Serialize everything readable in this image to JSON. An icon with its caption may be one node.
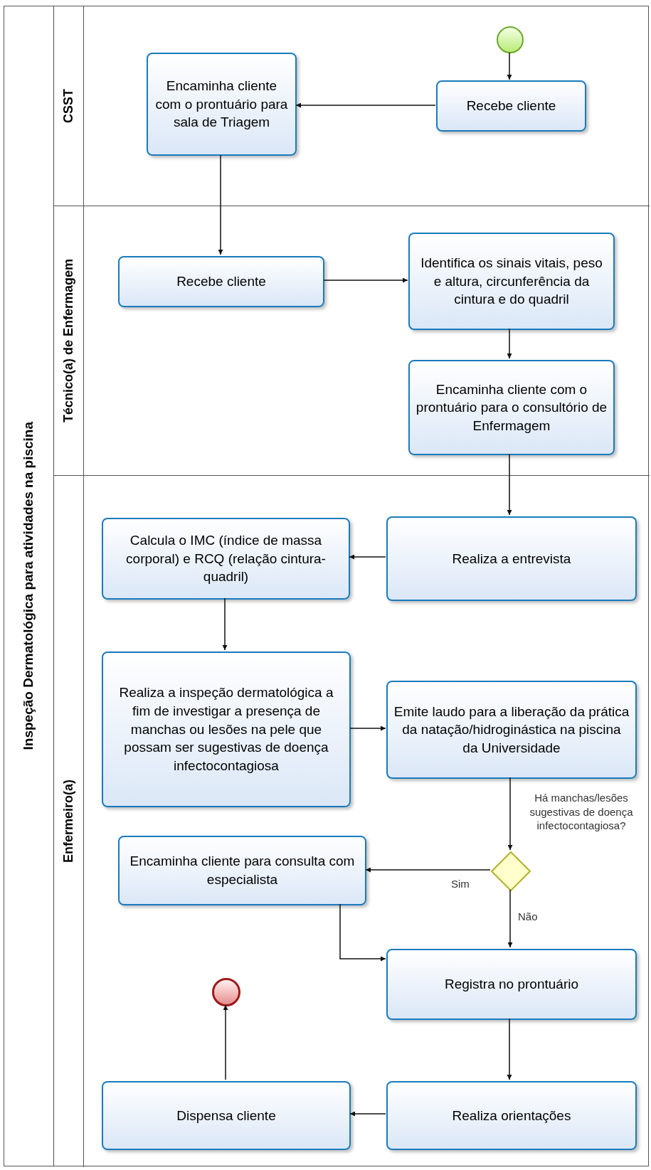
{
  "diagram": {
    "nodes": [
      {
        "text": [
          "Inspeção Dermatológica para atividades na piscina"
        ]
      },
      {
        "text": [
          "CSST"
        ],
        "in": 0
      },
      {
        "text": [
          "Técnico(a) de Enfermagem"
        ],
        "in": 0
      },
      {
        "text": [
          "Enfermeiro(a)"
        ],
        "in": 0
      },
      {
        "text": [],
        "shape": "circle",
        "in": 1
      },
      {
        "text": [
          "Encaminha cliente com o prontuário para sala de Triagem"
        ],
        "in": 1
      },
      {
        "text": [
          "Recebe cliente"
        ],
        "in": 1
      },
      {
        "text": [
          "Recebe cliente"
        ],
        "in": 2
      },
      {
        "text": [
          "Identifica os sinais vitais, peso e altura, circunferência da cintura e do quadril"
        ],
        "in": 2
      },
      {
        "text": [
          "Encaminha cliente com o prontuário para o consultório de Enfermagem"
        ],
        "in": 2
      },
      {
        "text": [
          "Calcula o IMC (índice de massa corporal) e RCQ (relação cintura-quadril)"
        ],
        "in": 3
      },
      {
        "text": [
          "Realiza a entrevista"
        ],
        "in": 3
      },
      {
        "text": [
          "Realiza a inspeção dermatológica a fim de investigar a presença de manchas ou lesões na pele que possam ser sugestivas de doença infectocontagiosa"
        ],
        "in": 3
      },
      {
        "text": [
          "Emite laudo para a liberação da prática da natação/hidroginástica na piscina da Universidade"
        ],
        "in": 3
      },
      {
        "text": [
          "Encaminha cliente para consulta com especialista"
        ],
        "in": 3
      },
      {
        "text": [],
        "shape": "diamond",
        "in": 3,
        "beside": [
          "Há manchas/lesões sugestivas de doença infectocontagiosa?"
        ]
      },
      {
        "text": [
          "Registra no prontuário"
        ],
        "in": 3
      },
      {
        "text": [],
        "shape": "circle",
        "in": 3
      },
      {
        "text": [
          "Dispensa cliente"
        ],
        "in": 3
      },
      {
        "text": [
          "Realiza orientações"
        ],
        "in": 3
      }
    ],
    "edges": [
      {
        "from": 4,
        "to": 6,
        "arrow": "to"
      },
      {
        "from": 6,
        "to": 5,
        "arrow": "to"
      },
      {
        "from": 5,
        "to": 7,
        "arrow": "to"
      },
      {
        "from": 7,
        "to": 8,
        "arrow": "to"
      },
      {
        "from": 8,
        "to": 9,
        "arrow": "to"
      },
      {
        "from": 9,
        "to": 11,
        "arrow": "to"
      },
      {
        "from": 11,
        "to": 10,
        "arrow": "to"
      },
      {
        "from": 10,
        "to": 12,
        "arrow": "to"
      },
      {
        "from": 12,
        "to": 13,
        "arrow": "to"
      },
      {
        "from": 13,
        "to": 15,
        "arrow": "to"
      },
      {
        "from": 15,
        "to": 14,
        "arrow": "to",
        "label": "Sim"
      },
      {
        "from": 15,
        "to": 16,
        "arrow": "to",
        "label": "Não"
      },
      {
        "from": 14,
        "to": 16,
        "arrow": "to"
      },
      {
        "from": 16,
        "to": 19,
        "arrow": "to"
      },
      {
        "from": 19,
        "to": 18,
        "arrow": "to"
      },
      {
        "from": 18,
        "to": 17,
        "arrow": "to"
      }
    ]
  }
}
